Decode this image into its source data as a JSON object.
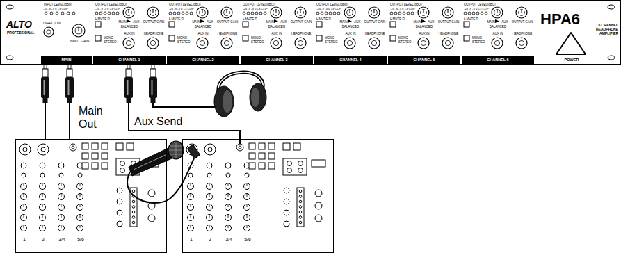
{
  "diagram": {
    "nodes": [
      {
        "text": [
          "ALTO",
          "PROFESSIONAL",
          "HPA6",
          "6 CHANNEL HEADPHONE AMPLIFIER",
          "POWER"
        ]
      },
      {
        "text": [
          "INPUT LEVEL(dBU)",
          "-24 -9 -3 0 +3 CLIP",
          "DIRECT IN",
          "INPUT GAIN",
          "MAIN"
        ],
        "in": 0
      },
      {
        "text": [
          "OUTPUT LEVEL(dBU)",
          "-24 -9 -3 0 +3 CLIP",
          "L MUTE R",
          "MAIN",
          "AUX",
          "BALANCED",
          "OUTPUT GAIN",
          "MONO",
          "STEREO",
          "AUX IN",
          "HEADPHONE",
          "CHANNEL 1"
        ],
        "in": 0
      },
      {
        "text": [
          "OUTPUT LEVEL(dBU)",
          "-24 -9 -3 0 +3 CLIP",
          "L MUTE R",
          "MAIN",
          "AUX",
          "BALANCED",
          "OUTPUT GAIN",
          "MONO",
          "STEREO",
          "AUX IN",
          "HEADPHONE",
          "CHANNEL 2"
        ],
        "in": 0
      },
      {
        "text": [
          "OUTPUT LEVEL(dBU)",
          "-24 -9 -3 0 +3 CLIP",
          "L MUTE R",
          "MAIN",
          "AUX",
          "BALANCED",
          "OUTPUT GAIN",
          "MONO",
          "STEREO",
          "AUX IN",
          "HEADPHONE",
          "CHANNEL 3"
        ],
        "in": 0
      },
      {
        "text": [
          "OUTPUT LEVEL(dBU)",
          "-24 -9 -3 0 +3 CLIP",
          "L MUTE R",
          "MAIN",
          "AUX",
          "BALANCED",
          "OUTPUT GAIN",
          "MONO",
          "STEREO",
          "AUX IN",
          "HEADPHONE",
          "CHANNEL 4"
        ],
        "in": 0
      },
      {
        "text": [
          "OUTPUT LEVEL(dBU)",
          "-24 -9 -3 0 +3 CLIP",
          "L MUTE R",
          "MAIN",
          "AUX",
          "BALANCED",
          "OUTPUT GAIN",
          "MONO",
          "STEREO",
          "AUX IN",
          "HEADPHONE",
          "CHANNEL 5"
        ],
        "in": 0
      },
      {
        "text": [
          "OUTPUT LEVEL(dBU)",
          "-24 -9 -3 0 +3 CLIP",
          "L MUTE R",
          "MAIN",
          "AUX",
          "BALANCED",
          "OUTPUT GAIN",
          "MONO",
          "STEREO",
          "AUX IN",
          "HEADPHONE",
          "CHANNEL 6"
        ],
        "in": 0
      },
      {
        "text": [
          "1",
          "2",
          "3/4",
          "5/6"
        ]
      },
      {
        "text": [
          "1",
          "2",
          "3/4",
          "5/6"
        ]
      }
    ],
    "edges": [
      {
        "from": 8,
        "to": 1,
        "label": "Main Out",
        "arrow": "none"
      },
      {
        "from": 9,
        "to": 2,
        "label": "Aux Send",
        "arrow": "none"
      }
    ]
  }
}
